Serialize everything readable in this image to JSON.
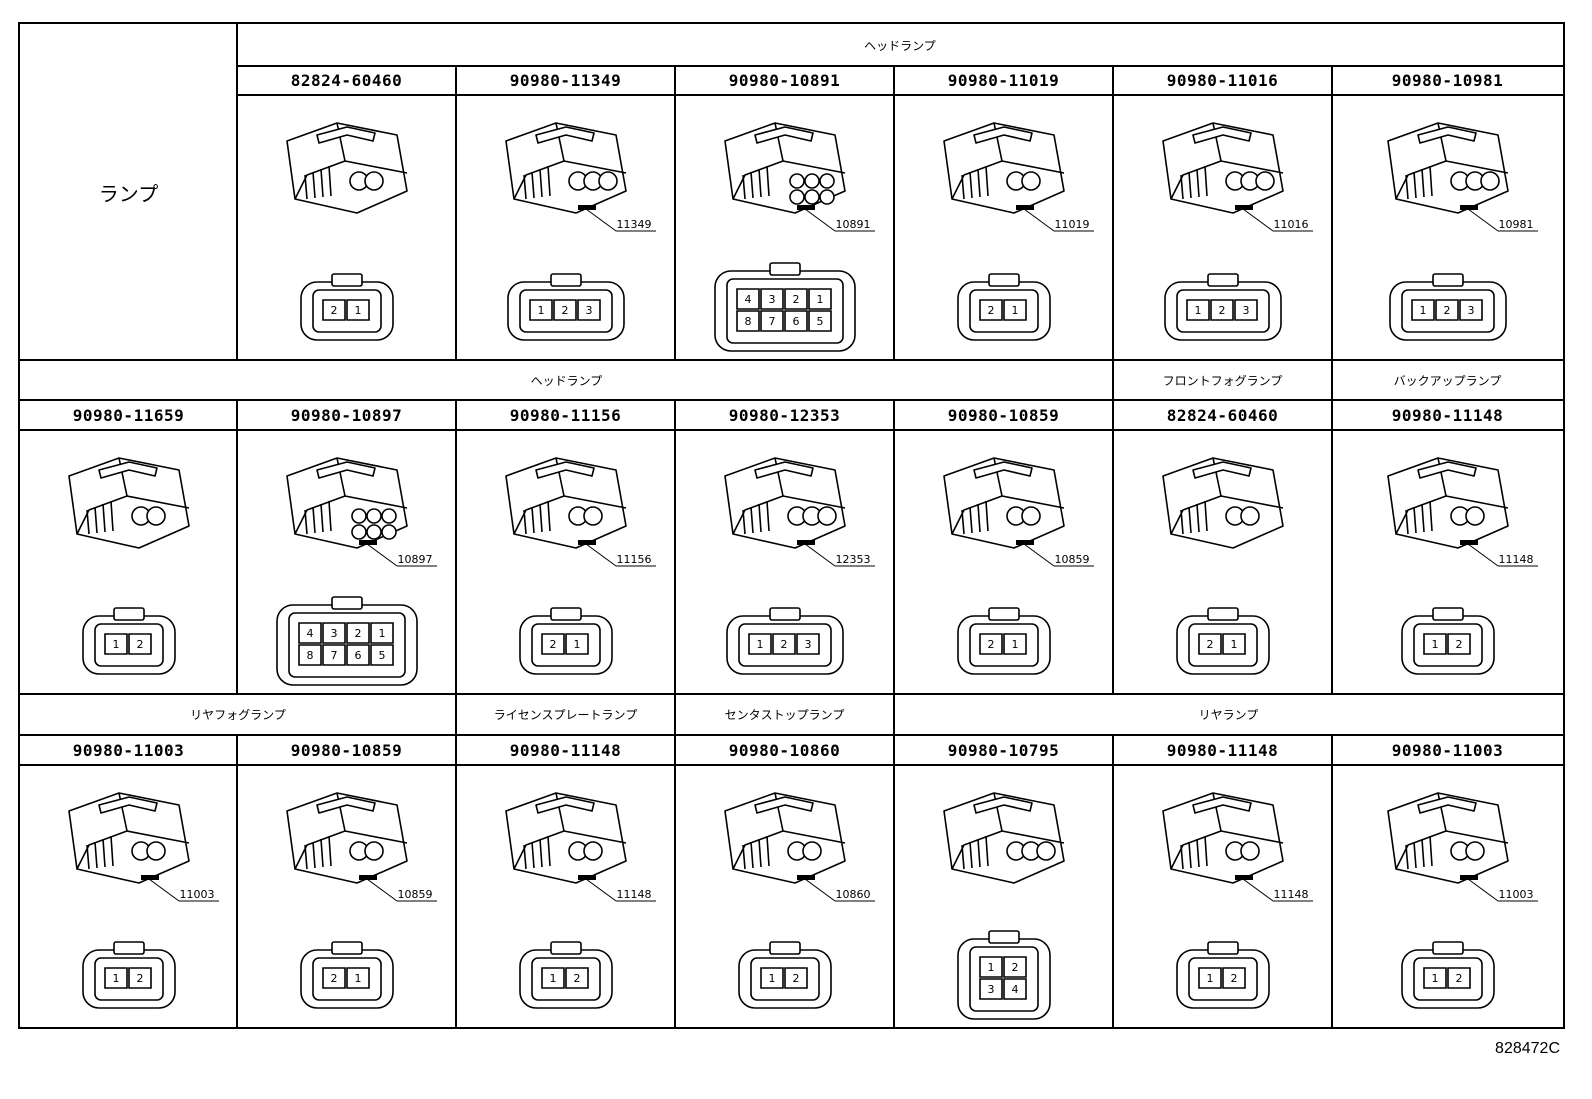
{
  "left_label": "ランプ",
  "reference_code": "828472C",
  "rows": [
    {
      "groups": [
        {
          "label": "ヘッドランプ",
          "span": [
            1,
            6
          ]
        }
      ],
      "cells": [
        {
          "col": 1,
          "part_no": "82824-60460",
          "callout": "",
          "pins": [
            "2",
            "1"
          ]
        },
        {
          "col": 2,
          "part_no": "90980-11349",
          "callout": "11349",
          "pins": [
            "1",
            "2",
            "3"
          ]
        },
        {
          "col": 3,
          "part_no": "90980-10891",
          "callout": "10891",
          "pins": [
            "4",
            "3",
            "2",
            "1",
            "8",
            "7",
            "6",
            "5"
          ]
        },
        {
          "col": 4,
          "part_no": "90980-11019",
          "callout": "11019",
          "pins": [
            "2",
            "1"
          ]
        },
        {
          "col": 5,
          "part_no": "90980-11016",
          "callout": "11016",
          "pins": [
            "1",
            "2",
            "3"
          ]
        },
        {
          "col": 6,
          "part_no": "90980-10981",
          "callout": "10981",
          "pins": [
            "1",
            "2",
            "3"
          ]
        }
      ]
    },
    {
      "groups": [
        {
          "label": "ヘッドランプ",
          "span": [
            0,
            4
          ]
        },
        {
          "label": "フロントフォグランプ",
          "span": [
            5,
            5
          ]
        },
        {
          "label": "バックアップランプ",
          "span": [
            6,
            6
          ]
        }
      ],
      "cells": [
        {
          "col": 0,
          "part_no": "90980-11659",
          "callout": "",
          "pins": [
            "1",
            "2"
          ]
        },
        {
          "col": 1,
          "part_no": "90980-10897",
          "callout": "10897",
          "pins": [
            "4",
            "3",
            "2",
            "1",
            "8",
            "7",
            "6",
            "5"
          ]
        },
        {
          "col": 2,
          "part_no": "90980-11156",
          "callout": "11156",
          "pins": [
            "2",
            "1"
          ]
        },
        {
          "col": 3,
          "part_no": "90980-12353",
          "callout": "12353",
          "pins": [
            "1",
            "2",
            "3"
          ]
        },
        {
          "col": 4,
          "part_no": "90980-10859",
          "callout": "10859",
          "pins": [
            "2",
            "1"
          ]
        },
        {
          "col": 5,
          "part_no": "82824-60460",
          "callout": "",
          "pins": [
            "2",
            "1"
          ]
        },
        {
          "col": 6,
          "part_no": "90980-11148",
          "callout": "11148",
          "pins": [
            "1",
            "2"
          ]
        }
      ]
    },
    {
      "groups": [
        {
          "label": "リヤフォグランプ",
          "span": [
            0,
            1
          ]
        },
        {
          "label": "ライセンスプレートランプ",
          "span": [
            2,
            2
          ]
        },
        {
          "label": "センタストップランプ",
          "span": [
            3,
            3
          ]
        },
        {
          "label": "リヤランプ",
          "span": [
            4,
            6
          ]
        }
      ],
      "cells": [
        {
          "col": 0,
          "part_no": "90980-11003",
          "callout": "11003",
          "pins": [
            "1",
            "2"
          ]
        },
        {
          "col": 1,
          "part_no": "90980-10859",
          "callout": "10859",
          "pins": [
            "2",
            "1"
          ]
        },
        {
          "col": 2,
          "part_no": "90980-11148",
          "callout": "11148",
          "pins": [
            "1",
            "2"
          ]
        },
        {
          "col": 3,
          "part_no": "90980-10860",
          "callout": "10860",
          "pins": [
            "1",
            "2"
          ]
        },
        {
          "col": 4,
          "part_no": "90980-10795",
          "callout": "",
          "pins": [
            "1",
            "2",
            "3",
            "4"
          ]
        },
        {
          "col": 5,
          "part_no": "90980-11148",
          "callout": "11148",
          "pins": [
            "1",
            "2"
          ]
        },
        {
          "col": 6,
          "part_no": "90980-11003",
          "callout": "11003",
          "pins": [
            "1",
            "2"
          ]
        }
      ]
    }
  ]
}
